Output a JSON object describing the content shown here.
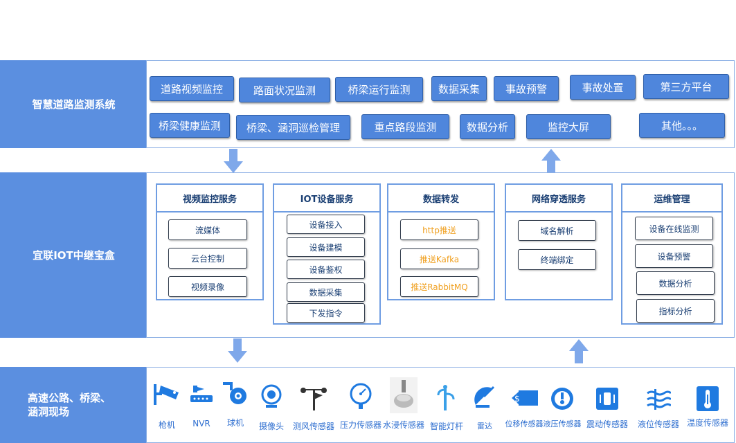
{
  "layers": {
    "top": "智慧道路监测系统",
    "middle": "宜联IOT中继宝盒",
    "bottom": "高速公路、桥梁、\n涵洞现场"
  },
  "apps": [
    "道路视频监控",
    "路面状况监测",
    "桥梁运行监测",
    "数据采集",
    "事故预警",
    "事故处置",
    "第三方平台",
    "桥梁健康监测",
    "桥梁、涵洞巡检管理",
    "重点路段监测",
    "数据分析",
    "监控大屏",
    "其他。。。"
  ],
  "services": [
    {
      "title": "视频监控服务",
      "items": [
        "流媒体",
        "云台控制",
        "视频录像"
      ]
    },
    {
      "title": "IOT设备服务",
      "items": [
        "设备接入",
        "设备建模",
        "设备鉴权",
        "数据采集",
        "下发指令"
      ]
    },
    {
      "title": "数据转发",
      "items": [
        "http推送",
        "推送Kafka",
        "推送RabbitMQ"
      ]
    },
    {
      "title": "网络穿透服务",
      "items": [
        "域名解析",
        "终端绑定"
      ]
    },
    {
      "title": "运维管理",
      "items": [
        "设备在线监测",
        "设备预警",
        "数据分析",
        "指标分析"
      ]
    }
  ],
  "devices": [
    {
      "label": "枪机",
      "icon": "gun-camera-icon"
    },
    {
      "label": "NVR",
      "icon": "nvr-icon"
    },
    {
      "label": "球机",
      "icon": "dome-camera-icon"
    },
    {
      "label": "摄像头",
      "icon": "webcam-icon"
    },
    {
      "label": "测风传感器",
      "icon": "anemometer-icon"
    },
    {
      "label": "压力传感器",
      "icon": "pressure-gauge-icon"
    },
    {
      "label": "水浸传感器",
      "icon": "water-immersion-sensor-icon"
    },
    {
      "label": "智能灯杆",
      "icon": "smart-pole-icon"
    },
    {
      "label": "雷达",
      "icon": "radar-icon"
    },
    {
      "label": "位移传感器",
      "icon": "displacement-sensor-icon"
    },
    {
      "label": "液压传感器",
      "icon": "hydraulic-sensor-icon"
    },
    {
      "label": "震动传感器",
      "icon": "vibration-sensor-icon"
    },
    {
      "label": "液位传感器",
      "icon": "liquid-level-sensor-icon"
    },
    {
      "label": "温度传感器",
      "icon": "temperature-sensor-icon"
    }
  ],
  "colors": {
    "layer": "#5b8fe0",
    "button": "#4f86dc",
    "arrow": "#7fa8ea",
    "icon": "#1f7ae0",
    "orange": "#f0a020"
  }
}
